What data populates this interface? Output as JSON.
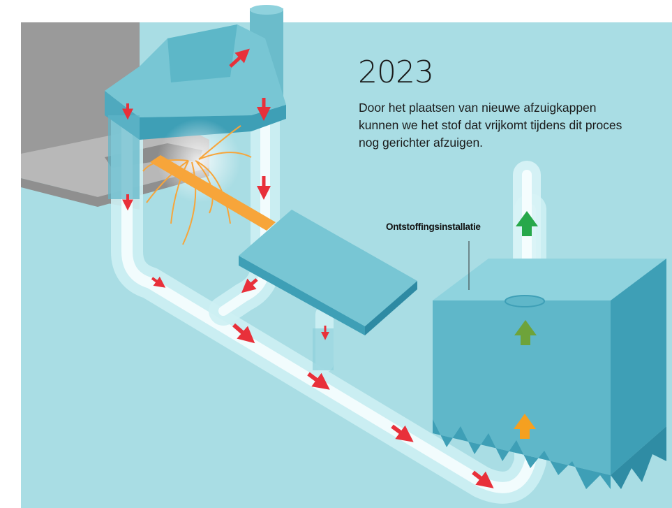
{
  "heading": {
    "year": "2023",
    "description": "Door het plaatsen van nieuwe afzuigkappen kunnen we het stof dat vrijkomt tijdens dit proces nog gerichter afzuigen."
  },
  "labels": {
    "dust_unit": "Ontstoffingsinstallatie"
  },
  "colors": {
    "background": "#a9dde4",
    "hood_top": "#78c6d4",
    "hood_side": "#3e9fb6",
    "duct_glow": "#e9f8fa",
    "airflow_arrow": "#e8303a",
    "clean_air_arrow_top": "#27a84a",
    "clean_air_arrow_mid": "#6ea33a",
    "clean_air_arrow_low": "#f5a020",
    "hot_beam": "#f7a53a",
    "machine_grey": "#9e9e9e"
  },
  "icons": [
    "red-airflow-arrow",
    "green-arrow-up",
    "olive-arrow-up",
    "orange-arrow-up"
  ]
}
